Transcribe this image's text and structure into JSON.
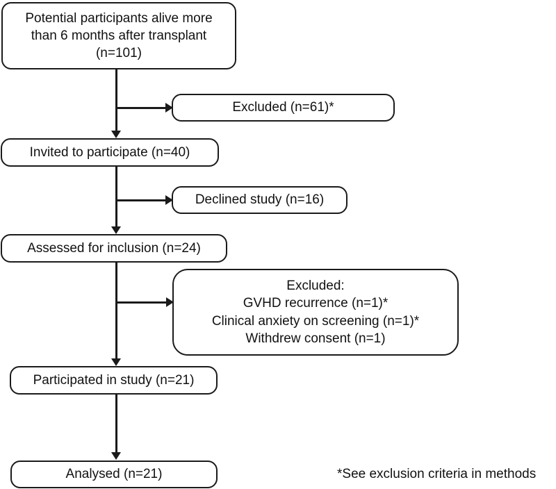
{
  "chart_data": {
    "type": "diagram",
    "title": "CONSORT-style participant flow diagram",
    "nodes": [
      {
        "id": "potential",
        "lines": [
          "Potential participants alive more",
          "than 6 months after transplant",
          "(n=101)"
        ],
        "n": 101,
        "stage": "eligible"
      },
      {
        "id": "excluded-initial",
        "lines": [
          "Excluded (n=61)*"
        ],
        "n": 61,
        "stage": "exclusion"
      },
      {
        "id": "invited",
        "lines": [
          "Invited to participate (n=40)"
        ],
        "n": 40,
        "stage": "invited"
      },
      {
        "id": "declined",
        "lines": [
          "Declined study (n=16)"
        ],
        "n": 16,
        "stage": "exclusion"
      },
      {
        "id": "assessed",
        "lines": [
          "Assessed for inclusion (n=24)"
        ],
        "n": 24,
        "stage": "assessed"
      },
      {
        "id": "excluded-detail",
        "lines": [
          "Excluded:",
          "GVHD recurrence (n=1)*",
          "Clinical anxiety on screening (n=1)*",
          "Withdrew consent (n=1)"
        ],
        "n": 3,
        "stage": "exclusion"
      },
      {
        "id": "participated",
        "lines": [
          "Participated in study (n=21)"
        ],
        "n": 21,
        "stage": "participated"
      },
      {
        "id": "analysed",
        "lines": [
          "Analysed (n=21)"
        ],
        "n": 21,
        "stage": "analysed"
      }
    ],
    "footnote": "*See exclusion criteria in methods",
    "line_color": "#1a1a1a",
    "background_color": "#ffffff"
  },
  "nodes": {
    "potential": {
      "line1": "Potential participants alive more",
      "line2": "than 6 months after transplant",
      "line3": "(n=101)"
    },
    "excluded_initial": {
      "line1": "Excluded (n=61)*"
    },
    "invited": {
      "line1": "Invited to participate (n=40)"
    },
    "declined": {
      "line1": "Declined study (n=16)"
    },
    "assessed": {
      "line1": "Assessed for inclusion (n=24)"
    },
    "excluded_detail": {
      "line1": "Excluded:",
      "line2": "GVHD recurrence (n=1)*",
      "line3": "Clinical anxiety on screening (n=1)*",
      "line4": "Withdrew consent (n=1)"
    },
    "participated": {
      "line1": "Participated in study (n=21)"
    },
    "analysed": {
      "line1": "Analysed (n=21)"
    }
  },
  "footnote": {
    "text": "*See exclusion criteria in methods"
  }
}
